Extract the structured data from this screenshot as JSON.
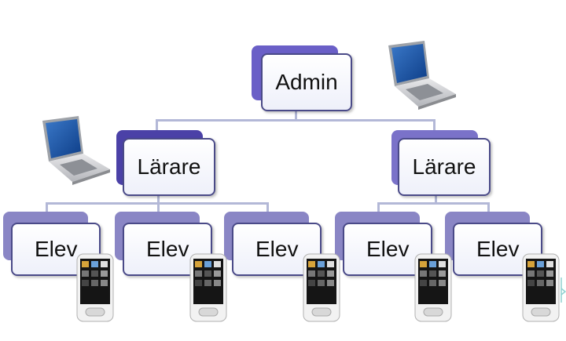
{
  "diagram": {
    "root": {
      "label": "Admin"
    },
    "teachers": [
      {
        "label": "Lärare"
      },
      {
        "label": "Lärare"
      }
    ],
    "students": [
      {
        "label": "Elev"
      },
      {
        "label": "Elev"
      },
      {
        "label": "Elev"
      },
      {
        "label": "Elev"
      },
      {
        "label": "Elev"
      }
    ],
    "icons": {
      "admin_device": "laptop-icon",
      "teacher_device": "laptop-icon",
      "student_device": "smartphone-icon"
    },
    "colors": {
      "node_border": "#4a4a88",
      "root_accent": "#6a5fc7",
      "teacher_accent": "#4b41a7",
      "student_accent": "#8a86c5",
      "connector": "#b3b8d7"
    }
  }
}
